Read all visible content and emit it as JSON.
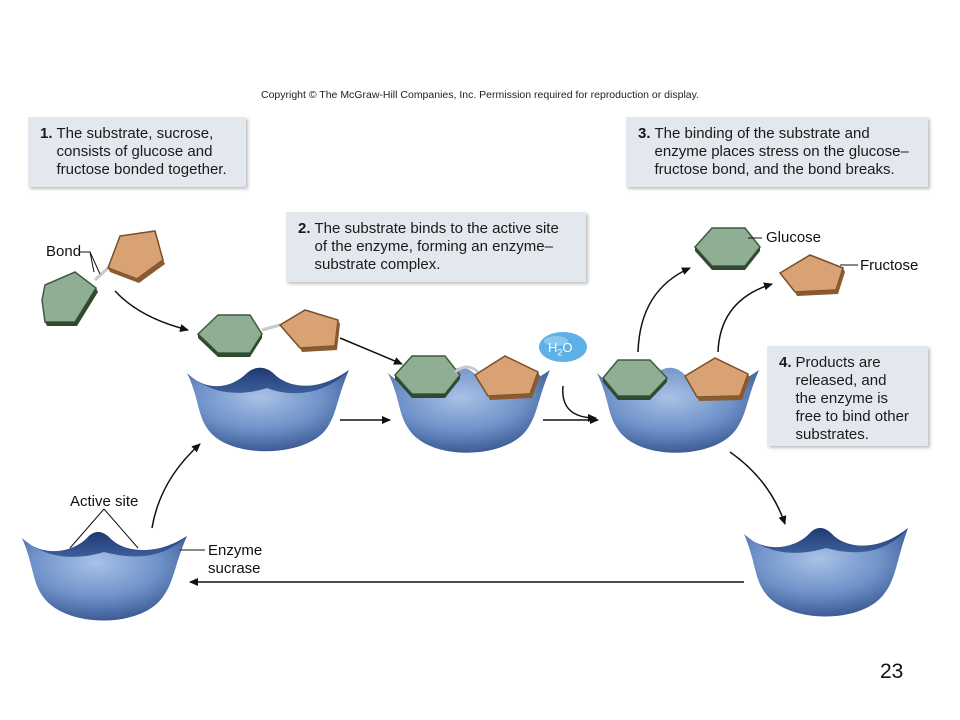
{
  "copyright": "Copyright © The McGraw-Hill Companies, Inc. Permission required for reproduction or display.",
  "steps": [
    {
      "num": "1.",
      "text": "The substrate, sucrose,\nconsists of glucose and\nfructose bonded together."
    },
    {
      "num": "2.",
      "text": "The substrate binds to the active site\nof the enzyme, forming an enzyme–\nsubstrate complex."
    },
    {
      "num": "3.",
      "text": "The binding of the substrate and\nenzyme places stress on the glucose–\nfructose bond, and the bond breaks."
    },
    {
      "num": "4.",
      "text": "Products are\nreleased, and\nthe enzyme is\nfree to bind other\nsubstrates."
    }
  ],
  "labels": {
    "bond": "Bond",
    "glucose": "Glucose",
    "fructose": "Fructose",
    "active_site": "Active site",
    "enzyme_line1": "Enzyme",
    "enzyme_line2": "sucrase",
    "water": "H",
    "water_sub": "2",
    "water_o": "O"
  },
  "colors": {
    "glucose": "#8fae94",
    "fructose": "#d9a274",
    "enzyme": "#6f92c9",
    "box": "#e3e8ee"
  },
  "page_number": "23"
}
